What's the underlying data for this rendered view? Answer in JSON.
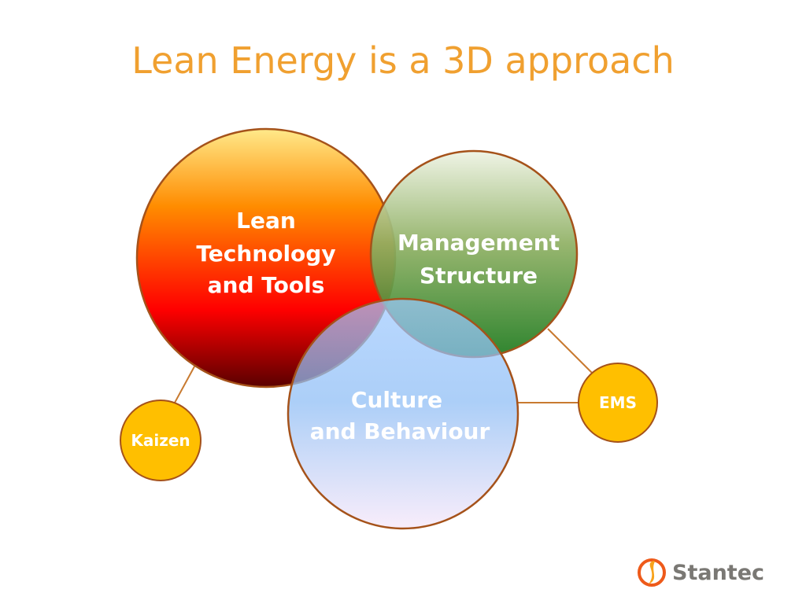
{
  "title": "Lean Energy is a 3D approach",
  "circles": {
    "lean": [
      "Lean",
      "Technology",
      "and Tools"
    ],
    "management": [
      "Management",
      "Structure"
    ],
    "culture": [
      "Culture",
      "and Behaviour"
    ],
    "kaizen": "Kaizen",
    "ems": "EMS"
  },
  "logo": "Stantec",
  "colors": {
    "title": "#f0a030",
    "outline": "#a5521a",
    "small": "#ffbf00"
  }
}
